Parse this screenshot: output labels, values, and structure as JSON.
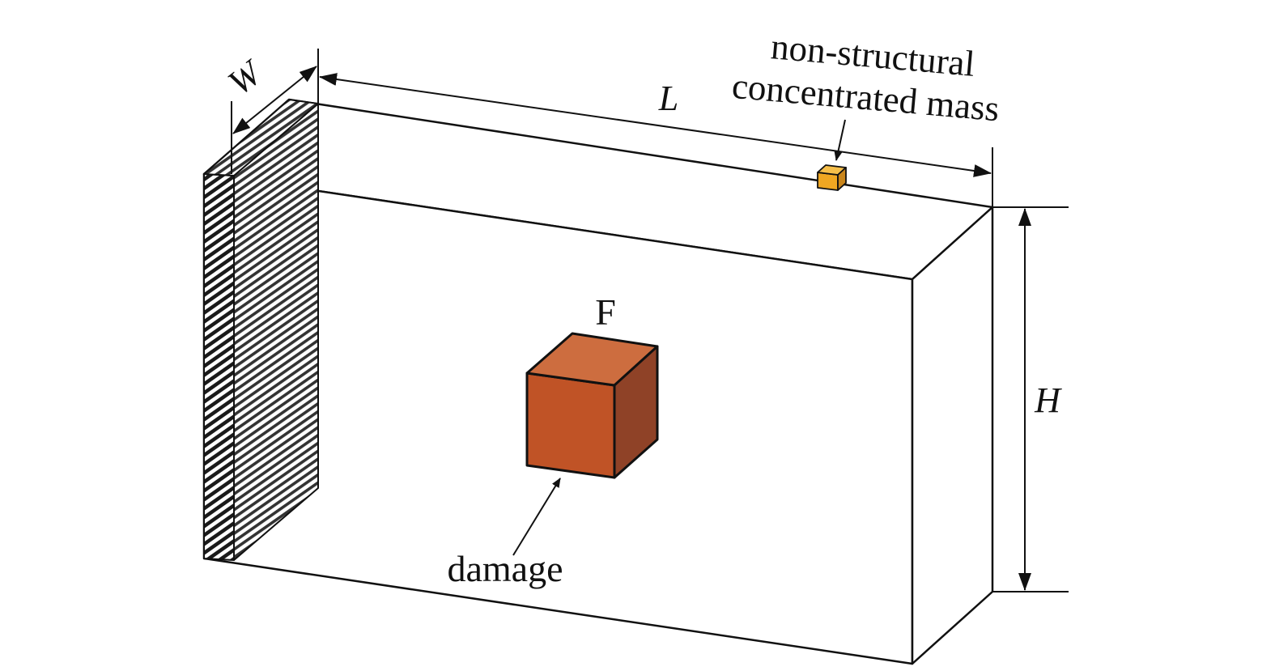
{
  "labels": {
    "width": "W",
    "length": "L",
    "height": "H",
    "mass_line1": "non-structural",
    "mass_line2": "concentrated mass",
    "damage_label": "F",
    "damage_caption": "damage"
  },
  "colors": {
    "outline": "#111111",
    "damage_front": "#c05326",
    "damage_top": "#cd6d3f",
    "damage_side": "#8f4227",
    "mass_front": "#f0a722",
    "mass_top": "#f6bf4a",
    "mass_side": "#c9851a"
  }
}
